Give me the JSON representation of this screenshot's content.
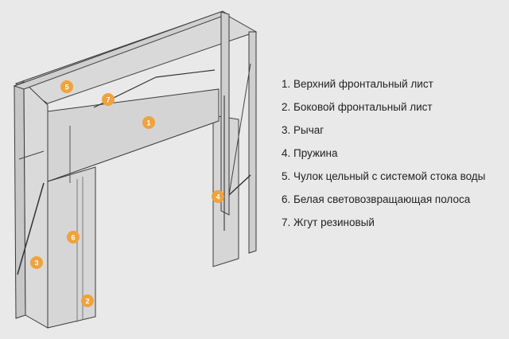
{
  "colors": {
    "background": "#e9e9e9",
    "panel": "#d6d6d6",
    "frame": "#c9c9c9",
    "line": "#3a3a3a",
    "marker": "#f0a23c",
    "text": "#222222"
  },
  "markers": [
    {
      "id": "1",
      "label": "1"
    },
    {
      "id": "2",
      "label": "2"
    },
    {
      "id": "3",
      "label": "3"
    },
    {
      "id": "4",
      "label": "4"
    },
    {
      "id": "5",
      "label": "5"
    },
    {
      "id": "6",
      "label": "6"
    },
    {
      "id": "7",
      "label": "7"
    }
  ],
  "legend": [
    "1. Верхний фронтальный лист",
    "2. Боковой фронтальный лист",
    "3. Рычаг",
    "4. Пружина",
    "5. Чулок цельный с системой стока воды",
    "6. Белая световозвращающая полоса",
    "7. Жгут резиновый"
  ]
}
